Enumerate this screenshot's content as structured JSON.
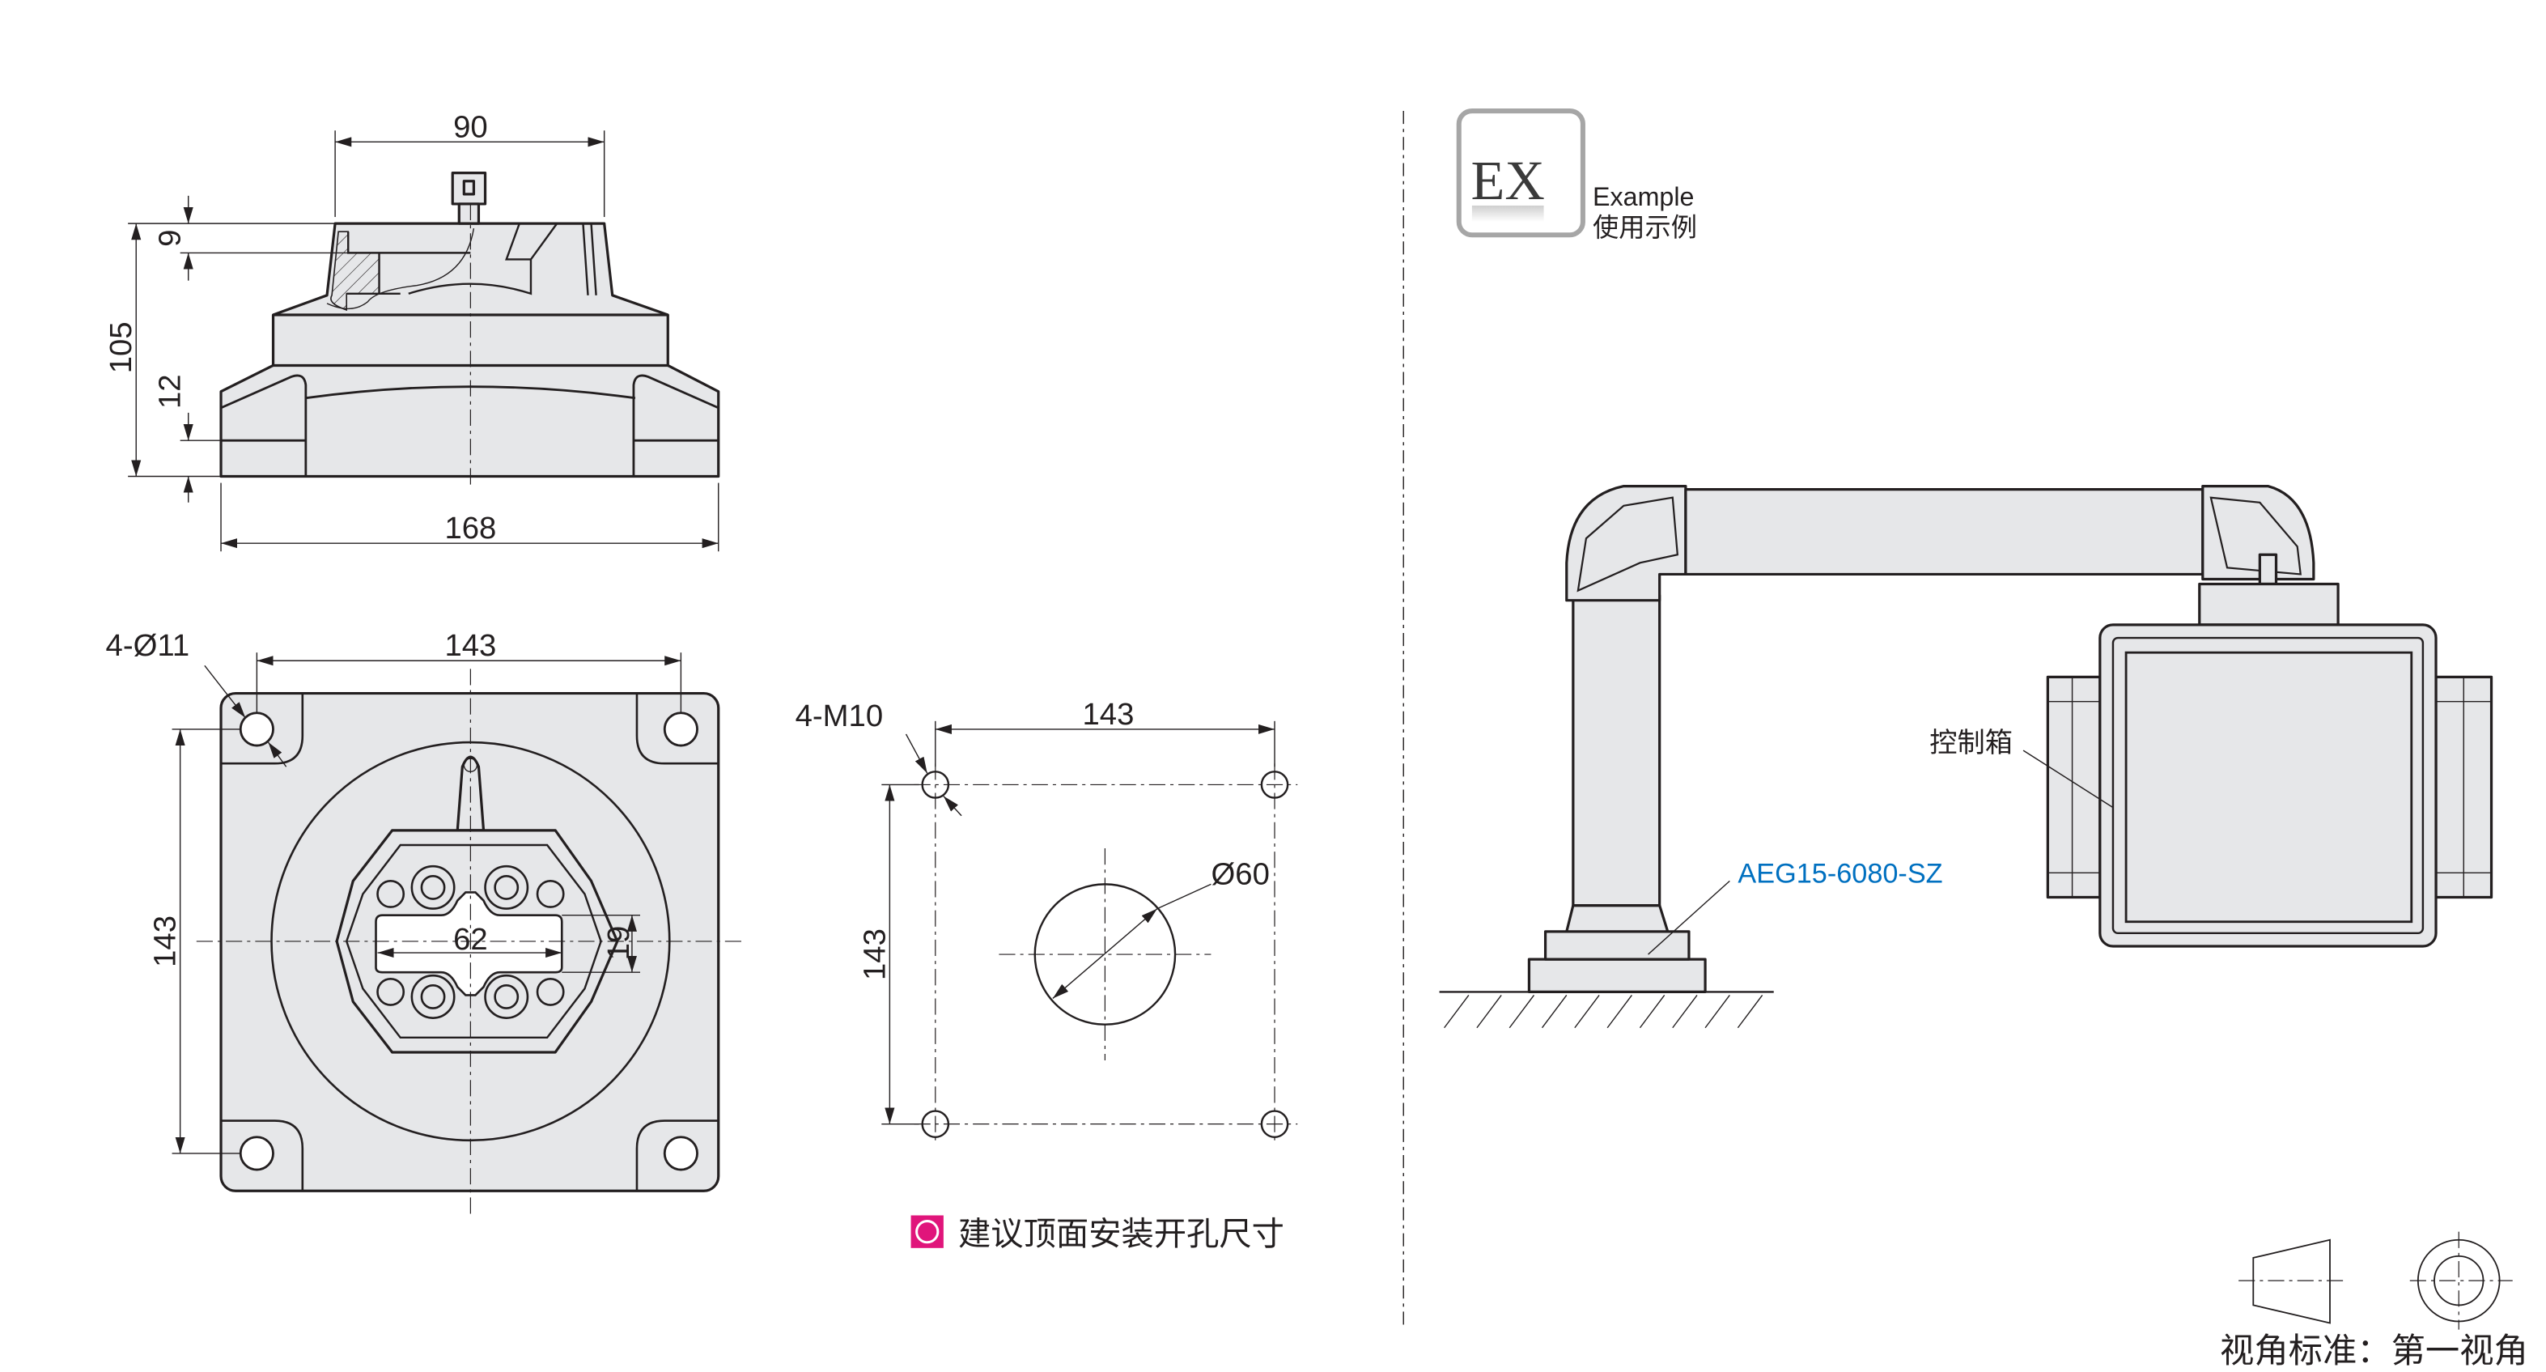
{
  "colors": {
    "part_fill": "#e6e7e9",
    "line": "#231f20",
    "accent_pink": "#e0157b",
    "model_blue": "#0070c0"
  },
  "side_view": {
    "dims": {
      "top_width": "90",
      "top_height": "9",
      "total_height": "105",
      "foot_height": "12",
      "base_width": "168"
    }
  },
  "bottom_view": {
    "dims": {
      "hole_spec": "4-Ø11",
      "hole_pitch_x": "143",
      "hole_pitch_y": "143",
      "slot_width": "62",
      "slot_height": "19"
    }
  },
  "cutout_view": {
    "dims": {
      "thread_spec": "4-M10",
      "pitch_x": "143",
      "pitch_y": "143",
      "center_hole": "Ø60"
    },
    "legend": "建议顶面安装开孔尺寸"
  },
  "example": {
    "logo_text": "EX",
    "label_en": "Example",
    "label_cn": "使用示例",
    "control_box_label": "控制箱",
    "model_label": "AEG15-6080-SZ"
  },
  "projection": {
    "label": "视角标准：第一视角"
  }
}
